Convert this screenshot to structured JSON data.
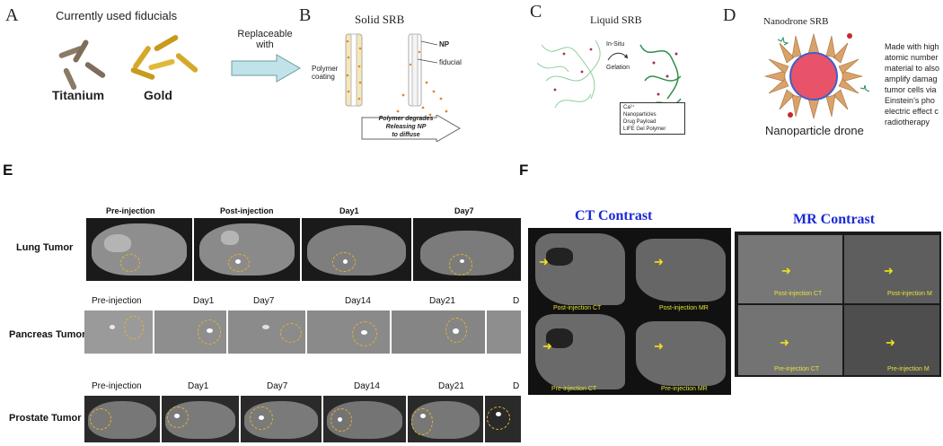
{
  "panelA": {
    "letter": "A",
    "title": "Currently used fiducials",
    "titanium": "Titanium",
    "gold": "Gold",
    "arrow_text": "Replaceable\nwith"
  },
  "panelB": {
    "letter": "B",
    "title": "Solid SRB",
    "np": "NP",
    "fiducial": "fiducial",
    "polymer": "Polymer\ncoating",
    "degrade": "Polymer degrades\nReleasing NP\nto diffuse"
  },
  "panelC": {
    "letter": "C",
    "title": "Liquid SRB",
    "insitu": "In-Situ",
    "gelation": "Gelation",
    "legend": [
      "Ca²⁺",
      "Nanoparticles",
      "Drug Payload",
      "LIFE Gel Polymer"
    ]
  },
  "panelD": {
    "letter": "D",
    "title": "Nanodrone SRB",
    "caption": "Nanoparticle drone",
    "text": [
      "Made with high",
      "atomic number",
      "material to also",
      "amplify damag",
      "tumor cells via",
      "Einstein’s  pho",
      "electric effect c",
      "radiotherapy"
    ]
  },
  "panelE": {
    "letter": "E",
    "lung": {
      "label": "Lung Tumor",
      "cols": [
        "Pre-injection",
        "Post-injection",
        "Day1",
        "Day7"
      ]
    },
    "pancreas": {
      "label": "Pancreas Tumor",
      "cols": [
        "Pre-injection",
        "Day1",
        "Day7",
        "Day14",
        "Day21",
        "D"
      ]
    },
    "prostate": {
      "label": "Prostate Tumor",
      "cols": [
        "Pre-injection",
        "Day1",
        "Day7",
        "Day14",
        "Day21",
        "D"
      ]
    }
  },
  "panelF": {
    "letter": "F",
    "ct_title": "CT Contrast",
    "mr_title": "MR Contrast",
    "ct_labels": [
      "Post-injection CT",
      "Post-injection MR",
      "Pre-injection CT",
      "Pre-injection MR"
    ],
    "mr_labels": [
      "Post-injection CT",
      "Post-injection M",
      "Pre-injection CT",
      "Pre-injection M"
    ]
  },
  "colors": {
    "gold": "#d4a92a",
    "titanium": "#8a7a66",
    "arrow": "#bfe3e8",
    "highlight": "#e5b22a",
    "contrast_title": "#1a2ad8"
  }
}
